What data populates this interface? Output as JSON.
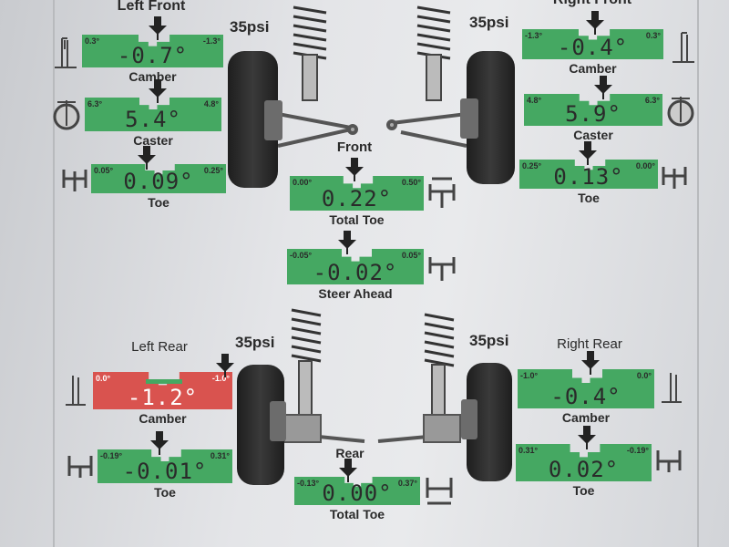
{
  "pressure_labels": {
    "left_front": "35psi",
    "right_front": "35psi",
    "left_rear": "35psi",
    "right_rear": "35psi"
  },
  "colors": {
    "in_spec": "#45a862",
    "out_of_spec": "#d9534f"
  },
  "sections": {
    "left_front": "Left Front",
    "right_front": "Right Front",
    "front": "Front",
    "left_rear": "Left Rear",
    "right_rear": "Right Rear",
    "rear": "Rear"
  },
  "gauges": [
    {
      "id": "lf-camber",
      "min": "0.3°",
      "max": "-1.3°",
      "minv": 0.3,
      "maxv": -1.3,
      "value": "-0.7°",
      "v": -0.7,
      "label": "Camber",
      "status": "in_spec"
    },
    {
      "id": "lf-caster",
      "min": "6.3°",
      "max": "4.8°",
      "minv": 6.3,
      "maxv": 4.8,
      "value": "5.4°",
      "v": 5.4,
      "label": "Caster",
      "status": "in_spec"
    },
    {
      "id": "lf-toe",
      "min": "0.05°",
      "max": "0.25°",
      "minv": 0.05,
      "maxv": 0.25,
      "value": "0.09°",
      "v": 0.09,
      "label": "Toe",
      "status": "in_spec"
    },
    {
      "id": "rf-camber",
      "min": "-1.3°",
      "max": "0.3°",
      "minv": -1.3,
      "maxv": 0.3,
      "value": "-0.4°",
      "v": -0.4,
      "label": "Camber",
      "status": "in_spec"
    },
    {
      "id": "rf-caster",
      "min": "4.8°",
      "max": "6.3°",
      "minv": 4.8,
      "maxv": 6.3,
      "value": "5.9°",
      "v": 5.9,
      "label": "Caster",
      "status": "in_spec"
    },
    {
      "id": "rf-toe",
      "min": "0.25°",
      "max": "0.00°",
      "minv": 0.25,
      "maxv": 0.0,
      "value": "0.13°",
      "v": 0.13,
      "label": "Toe",
      "status": "in_spec"
    },
    {
      "id": "front-total-toe",
      "min": "0.00°",
      "max": "0.50°",
      "minv": 0.0,
      "maxv": 0.5,
      "value": "0.22°",
      "v": 0.22,
      "label": "Total Toe",
      "status": "in_spec"
    },
    {
      "id": "steer-ahead",
      "min": "-0.05°",
      "max": "0.05°",
      "minv": -0.05,
      "maxv": 0.05,
      "value": "-0.02°",
      "v": -0.02,
      "label": "Steer Ahead",
      "status": "in_spec"
    },
    {
      "id": "lr-camber",
      "min": "0.0°",
      "max": "-1.0°",
      "minv": 0.0,
      "maxv": -1.0,
      "value": "-1.2°",
      "v": -1.2,
      "label": "Camber",
      "status": "out_of_spec"
    },
    {
      "id": "lr-toe",
      "min": "-0.19°",
      "max": "0.31°",
      "minv": -0.19,
      "maxv": 0.31,
      "value": "-0.01°",
      "v": -0.01,
      "label": "Toe",
      "status": "in_spec"
    },
    {
      "id": "rr-camber",
      "min": "-1.0°",
      "max": "0.0°",
      "minv": -1.0,
      "maxv": 0.0,
      "value": "-0.4°",
      "v": -0.4,
      "label": "Camber",
      "status": "in_spec"
    },
    {
      "id": "rr-toe",
      "min": "0.31°",
      "max": "-0.19°",
      "minv": 0.31,
      "maxv": -0.19,
      "value": "0.02°",
      "v": 0.02,
      "label": "Toe",
      "status": "in_spec"
    },
    {
      "id": "rear-total-toe",
      "min": "-0.13°",
      "max": "0.37°",
      "minv": -0.13,
      "maxv": 0.37,
      "value": "0.00°",
      "v": 0.0,
      "label": "Total Toe",
      "status": "in_spec"
    }
  ]
}
